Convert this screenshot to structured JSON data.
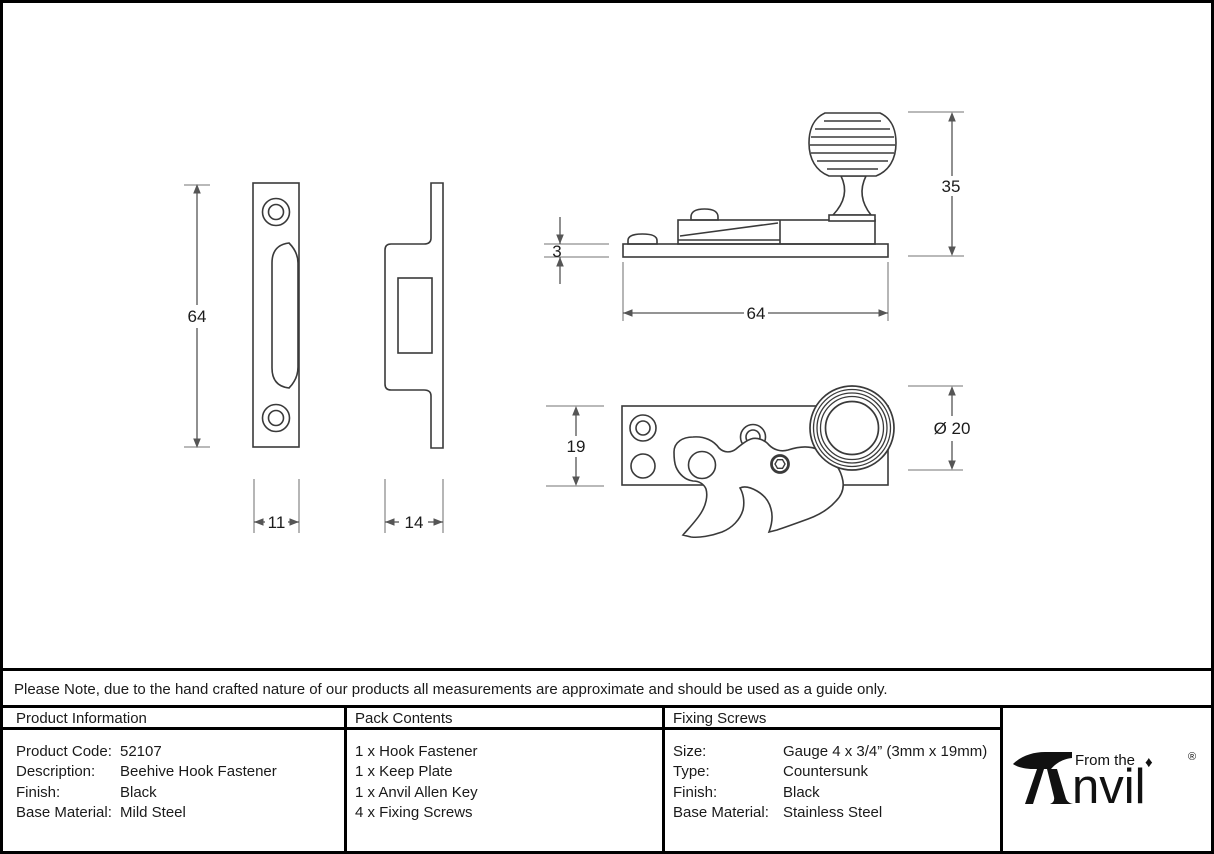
{
  "note": "Please Note, due to the hand crafted nature of our products all measurements are approximate and should be used as a guide only.",
  "drawings": {
    "keep_plate_front": {
      "height": "64",
      "width": "11"
    },
    "keep_plate_side": {
      "depth": "14"
    },
    "fastener_side": {
      "base_thickness": "3",
      "length": "64",
      "height": "35"
    },
    "fastener_top": {
      "plate_width": "19",
      "knob_diameter": "Ø 20"
    }
  },
  "table": {
    "product_information": {
      "header": "Product Information",
      "rows": [
        {
          "label": "Product Code:",
          "value": "52107"
        },
        {
          "label": "Description:",
          "value": "Beehive Hook Fastener"
        },
        {
          "label": "Finish:",
          "value": "Black"
        },
        {
          "label": "Base Material:",
          "value": "Mild Steel"
        }
      ]
    },
    "pack_contents": {
      "header": "Pack Contents",
      "items": [
        "1 x Hook Fastener",
        "1 x Keep Plate",
        "1 x Anvil Allen Key",
        "4 x Fixing Screws"
      ]
    },
    "fixing_screws": {
      "header": "Fixing Screws",
      "rows": [
        {
          "label": "Size:",
          "value": "Gauge 4 x 3/4” (3mm x 19mm)"
        },
        {
          "label": "Type:",
          "value": "Countersunk"
        },
        {
          "label": "Finish:",
          "value": "Black"
        },
        {
          "label": "Base Material:",
          "value": "Stainless Steel"
        }
      ]
    }
  },
  "logo": {
    "brand": "Anvil",
    "brand_rest": "nvil",
    "from_the": "From the",
    "diamond": "♦",
    "registered": "®"
  },
  "colors": {
    "part_line": "#3a3a3a",
    "dimension_line": "#555555",
    "extension_line": "#8f8f8f",
    "ink": "#1a1a1a"
  }
}
